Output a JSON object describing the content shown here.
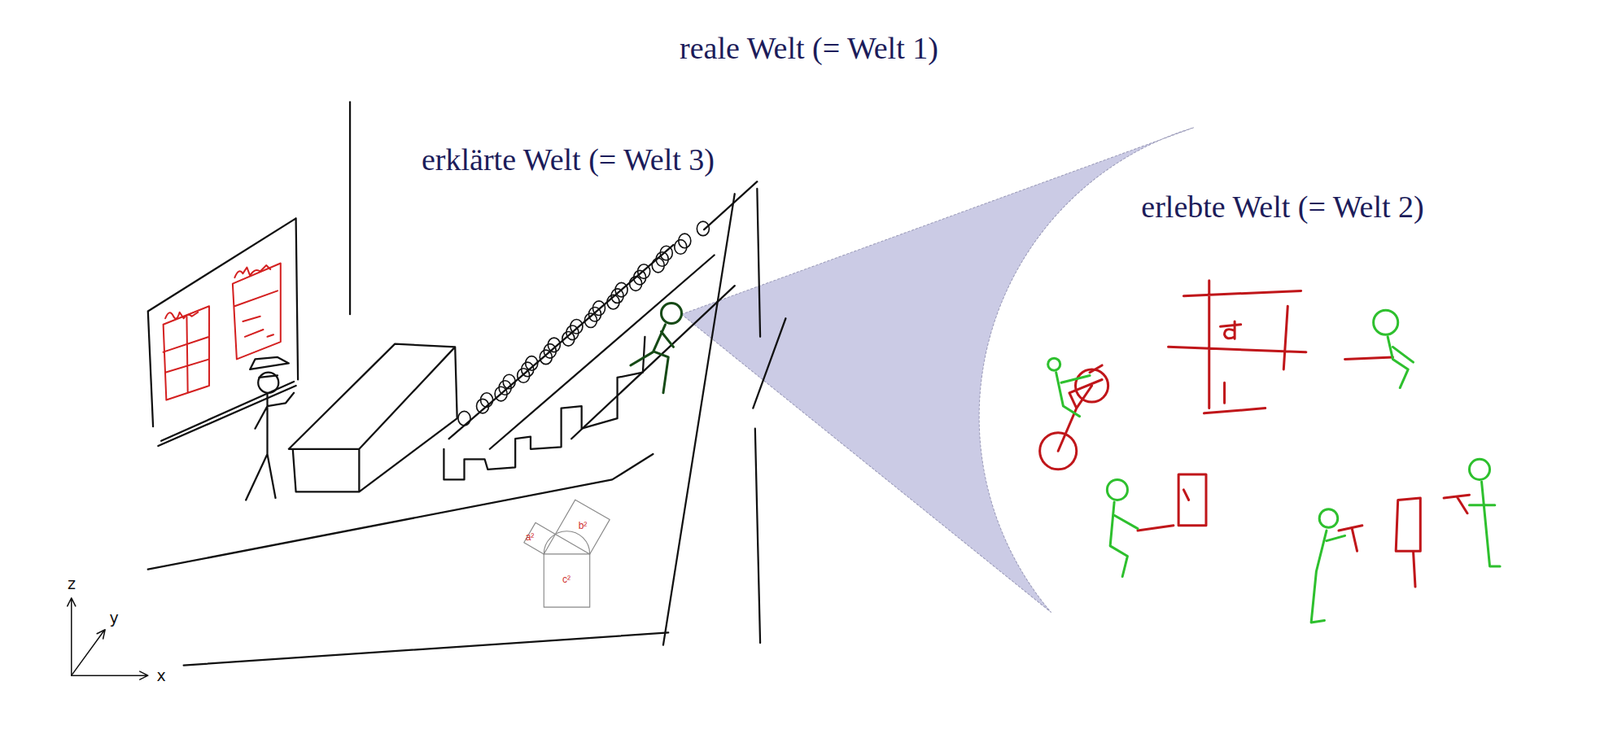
{
  "diagram": {
    "nodes": [
      {
        "text": [
          "reale Welt (= Welt 1)"
        ]
      },
      {
        "text": [
          "erklärte Welt (= Welt 3)"
        ],
        "in": 0
      },
      {
        "text": [
          "erlebte Welt (= Welt 2)"
        ],
        "in": 0
      }
    ],
    "labels": [
      "z",
      "y",
      "x",
      "a²",
      "b²",
      "c²"
    ]
  }
}
